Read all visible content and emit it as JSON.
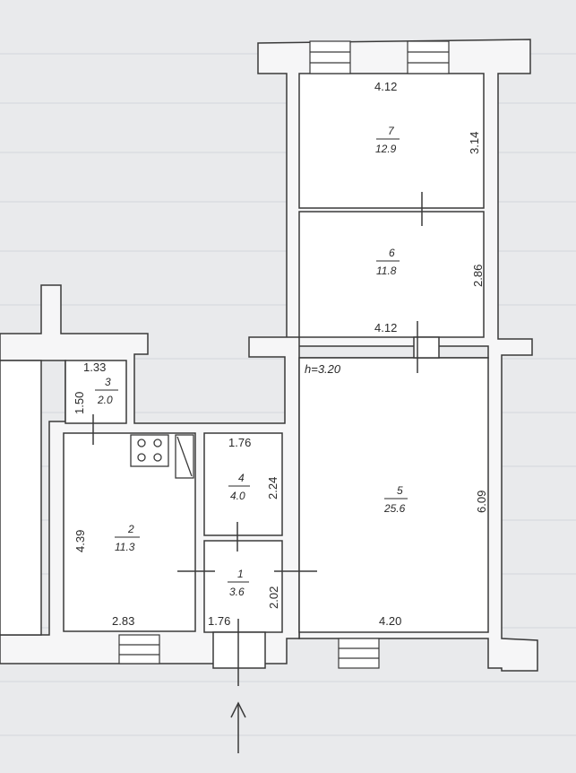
{
  "plan": {
    "ceiling_height": "h=3.20",
    "rooms": [
      {
        "number": "1",
        "area": "3.6",
        "width": "1.76",
        "height": "2.02"
      },
      {
        "number": "2",
        "area": "11.3",
        "width": "2.83",
        "height": "4.39"
      },
      {
        "number": "3",
        "area": "2.0",
        "width": "1.33",
        "height": "1.50"
      },
      {
        "number": "4",
        "area": "4.0",
        "width": "1.76",
        "height": "2.24"
      },
      {
        "number": "5",
        "area": "25.6",
        "width": "4.20",
        "height": "6.09"
      },
      {
        "number": "6",
        "area": "11.8",
        "width": "4.12",
        "height": "2.86"
      },
      {
        "number": "7",
        "area": "12.9",
        "width": "4.12",
        "height": "3.14"
      }
    ]
  },
  "colors": {
    "paper": "#e9eaec",
    "wall": "#f6f6f7",
    "line": "#3a3a3a",
    "grid": "#d3d6db"
  }
}
